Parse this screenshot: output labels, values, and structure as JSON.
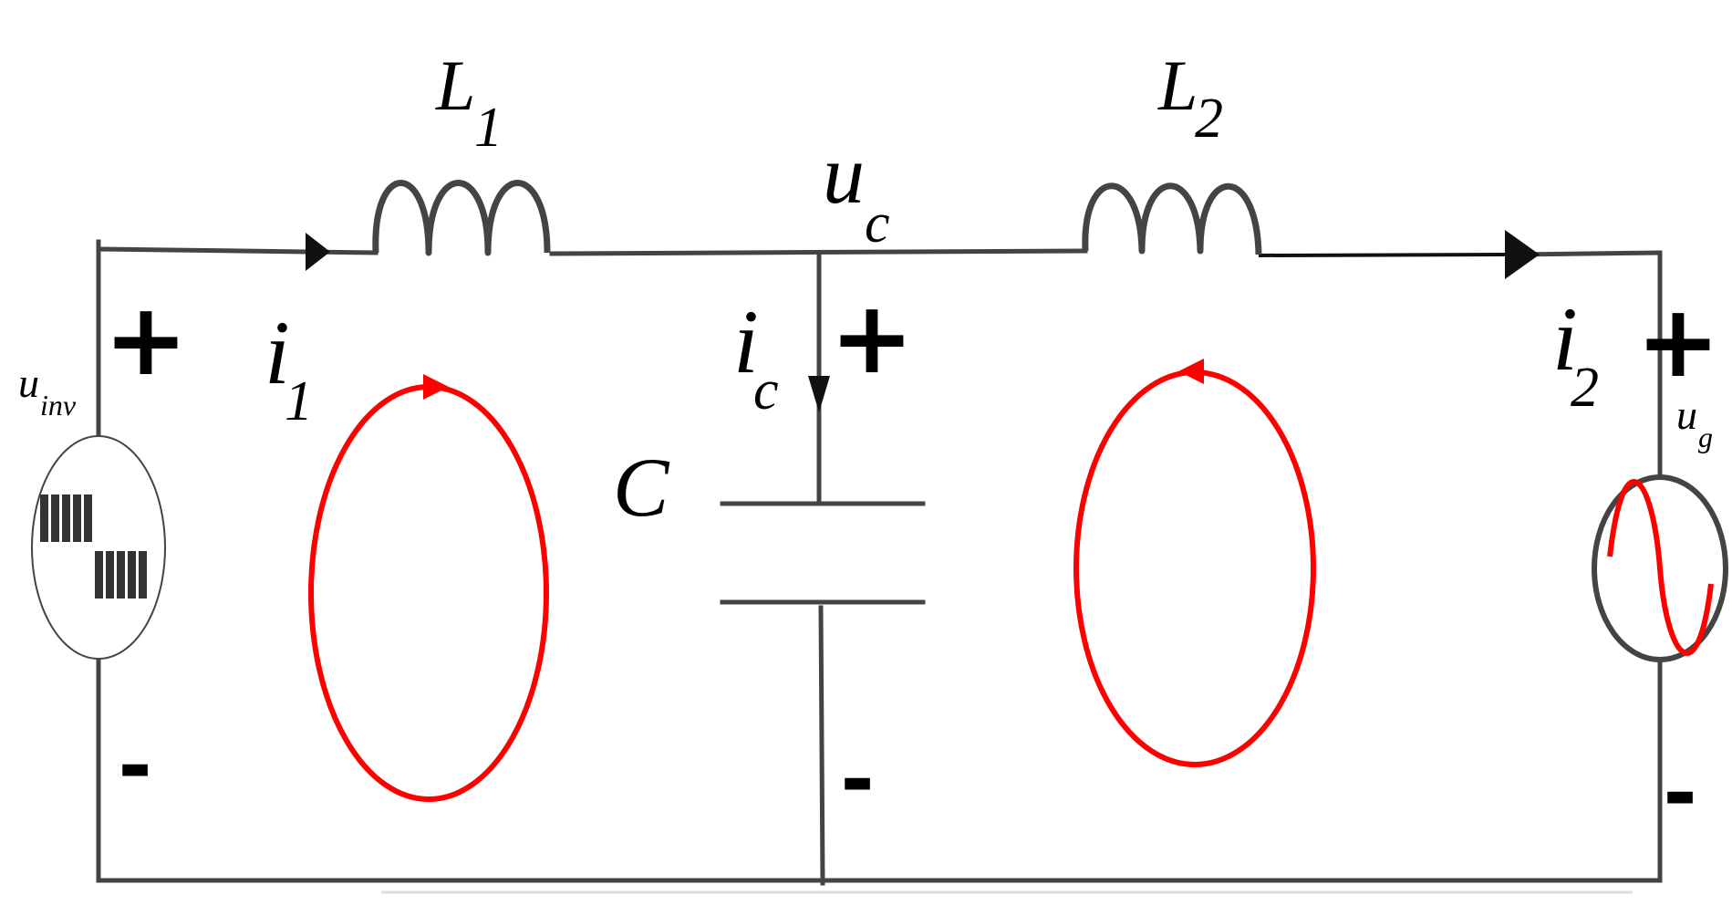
{
  "labels": {
    "L1_main": "L",
    "L1_sub": "1",
    "L2_main": "L",
    "L2_sub": "2",
    "uc_main": "u",
    "uc_sub": "c",
    "i1_main": "i",
    "i1_sub": "1",
    "ic_main": "i",
    "ic_sub": "c",
    "i2_main": "i",
    "i2_sub": "2",
    "C": "C",
    "uinv_main": "u",
    "uinv_sub": "inv",
    "ug_main": "u",
    "ug_sub": "g"
  },
  "signs": {
    "plus": "+",
    "minus": "-"
  },
  "colors": {
    "wire": "#444444",
    "loop": "#ff0000",
    "text": "#000000"
  }
}
